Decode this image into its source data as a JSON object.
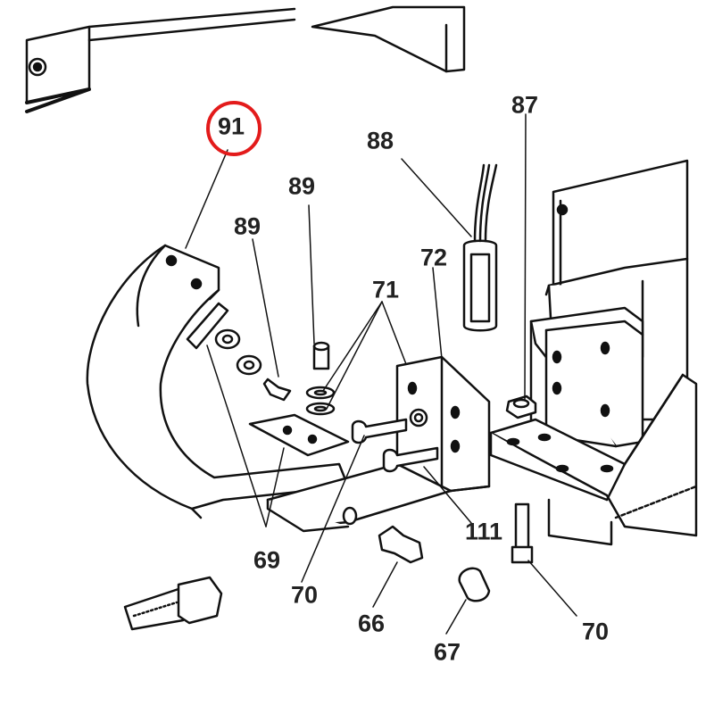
{
  "diagram": {
    "highlight_color": "#e31b1b",
    "highlighted_label": "91",
    "labels": {
      "l91": "91",
      "l89a": "89",
      "l89b": "89",
      "l88": "88",
      "l87": "87",
      "l72": "72",
      "l71": "71",
      "l111": "111",
      "l69": "69",
      "l70a": "70",
      "l70b": "70",
      "l66": "66",
      "l67": "67"
    }
  }
}
